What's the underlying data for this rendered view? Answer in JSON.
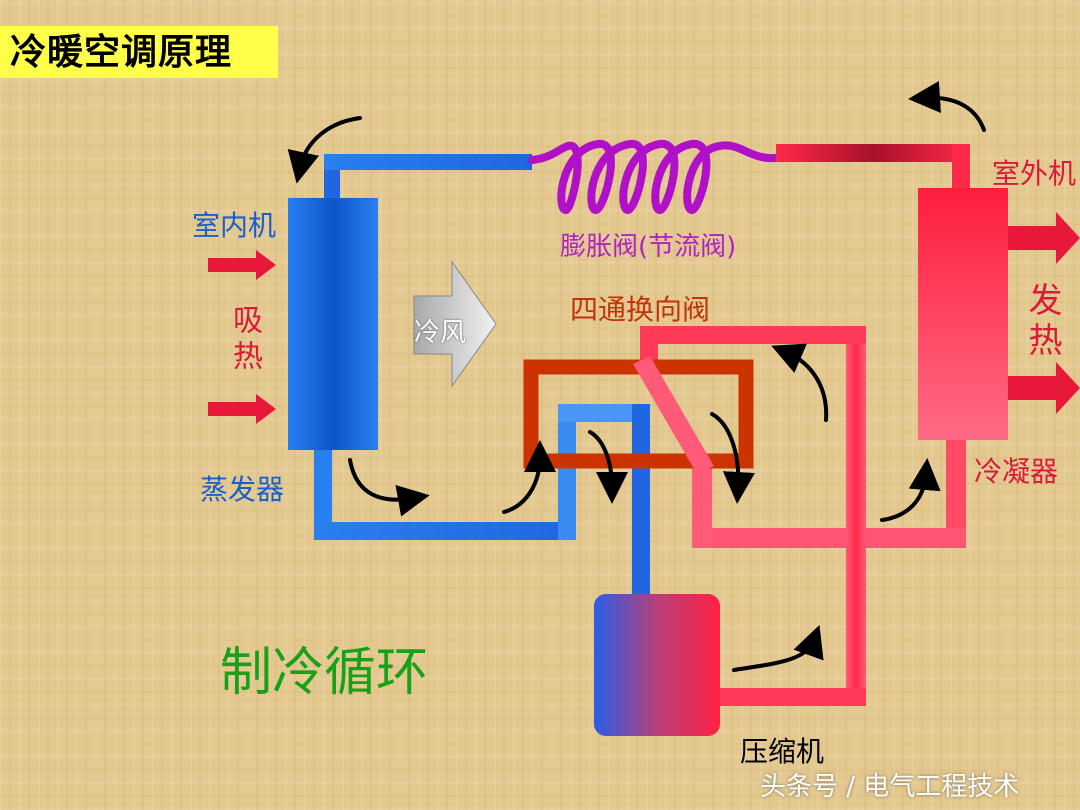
{
  "title": "冷暖空调原理",
  "labels": {
    "indoor_unit": "室内机",
    "absorb_heat": "吸热",
    "evaporator": "蒸发器",
    "cold_air": "冷风",
    "expansion_valve": "膨胀阀(节流阀)",
    "four_way_valve": "四通换向阀",
    "outdoor_unit": "室外机",
    "release_heat": "发热",
    "condenser": "冷凝器",
    "compressor": "压缩机",
    "cycle_name": "制冷循环"
  },
  "watermark": "头条号 / 电气工程技术",
  "colors": {
    "cold": "#1f6ee8",
    "hot": "#ff2a4a",
    "valve": "#cc3300",
    "coil": "#b010c8",
    "cycle_text": "#18a018",
    "title_bg": "#ffff4a"
  }
}
